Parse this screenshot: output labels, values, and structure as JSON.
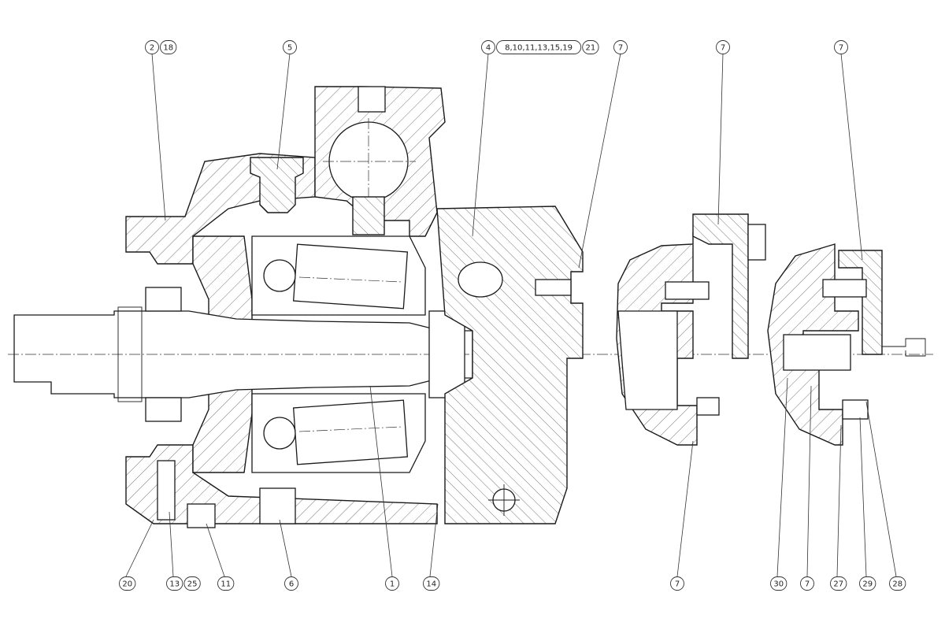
{
  "callouts_top": [
    {
      "id": "c-2-18",
      "labels": [
        "2",
        "18"
      ]
    },
    {
      "id": "c-5",
      "labels": [
        "5"
      ]
    },
    {
      "id": "c-4-21",
      "labels": [
        "4",
        "8,10,11,13,15,19",
        "21"
      ]
    },
    {
      "id": "c-7a",
      "labels": [
        "7"
      ]
    },
    {
      "id": "c-7b",
      "labels": [
        "7"
      ]
    },
    {
      "id": "c-7c",
      "labels": [
        "7"
      ]
    }
  ],
  "callouts_bottom": [
    {
      "id": "c-20",
      "labels": [
        "20"
      ]
    },
    {
      "id": "c-13-25",
      "labels": [
        "13",
        "25"
      ]
    },
    {
      "id": "c-11",
      "labels": [
        "11"
      ]
    },
    {
      "id": "c-6",
      "labels": [
        "6"
      ]
    },
    {
      "id": "c-1",
      "labels": [
        "1"
      ]
    },
    {
      "id": "c-14",
      "labels": [
        "14"
      ]
    },
    {
      "id": "c-7d",
      "labels": [
        "7"
      ]
    },
    {
      "id": "c-30",
      "labels": [
        "30"
      ]
    },
    {
      "id": "c-7e",
      "labels": [
        "7"
      ]
    },
    {
      "id": "c-27",
      "labels": [
        "27"
      ]
    },
    {
      "id": "c-29",
      "labels": [
        "29"
      ]
    },
    {
      "id": "c-28",
      "labels": [
        "28"
      ]
    }
  ],
  "colors": {
    "line": "#1a1a1a",
    "background": "#ffffff"
  }
}
